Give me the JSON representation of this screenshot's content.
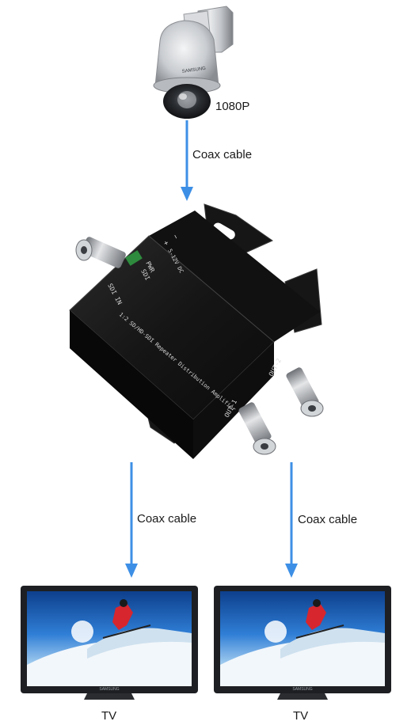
{
  "camera": {
    "resolution_label": "1080P",
    "brand": "SAMSUNG"
  },
  "links": {
    "top_cable_label": "Coax cable",
    "left_cable_label": "Coax cable",
    "right_cable_label": "Coax cable"
  },
  "device": {
    "input_label": "SDI IN",
    "pwr_label": "PWR",
    "sdi_label": "SDI",
    "power_label": "5-12V DC",
    "plus_label": "+",
    "minus_label": "−",
    "title": "1:2 SD/HD-SDI Repeater Distribution Amplifier",
    "out1_label": "OUT-1",
    "out2_label": "OUT-2"
  },
  "monitors": [
    {
      "label": "TV",
      "brand": "SAMSUNG"
    },
    {
      "label": "TV",
      "brand": "SAMSUNG"
    }
  ],
  "colors": {
    "arrow": "#3d8fe6",
    "device": "#1c1c1c",
    "bezel": "#1d1f22"
  }
}
